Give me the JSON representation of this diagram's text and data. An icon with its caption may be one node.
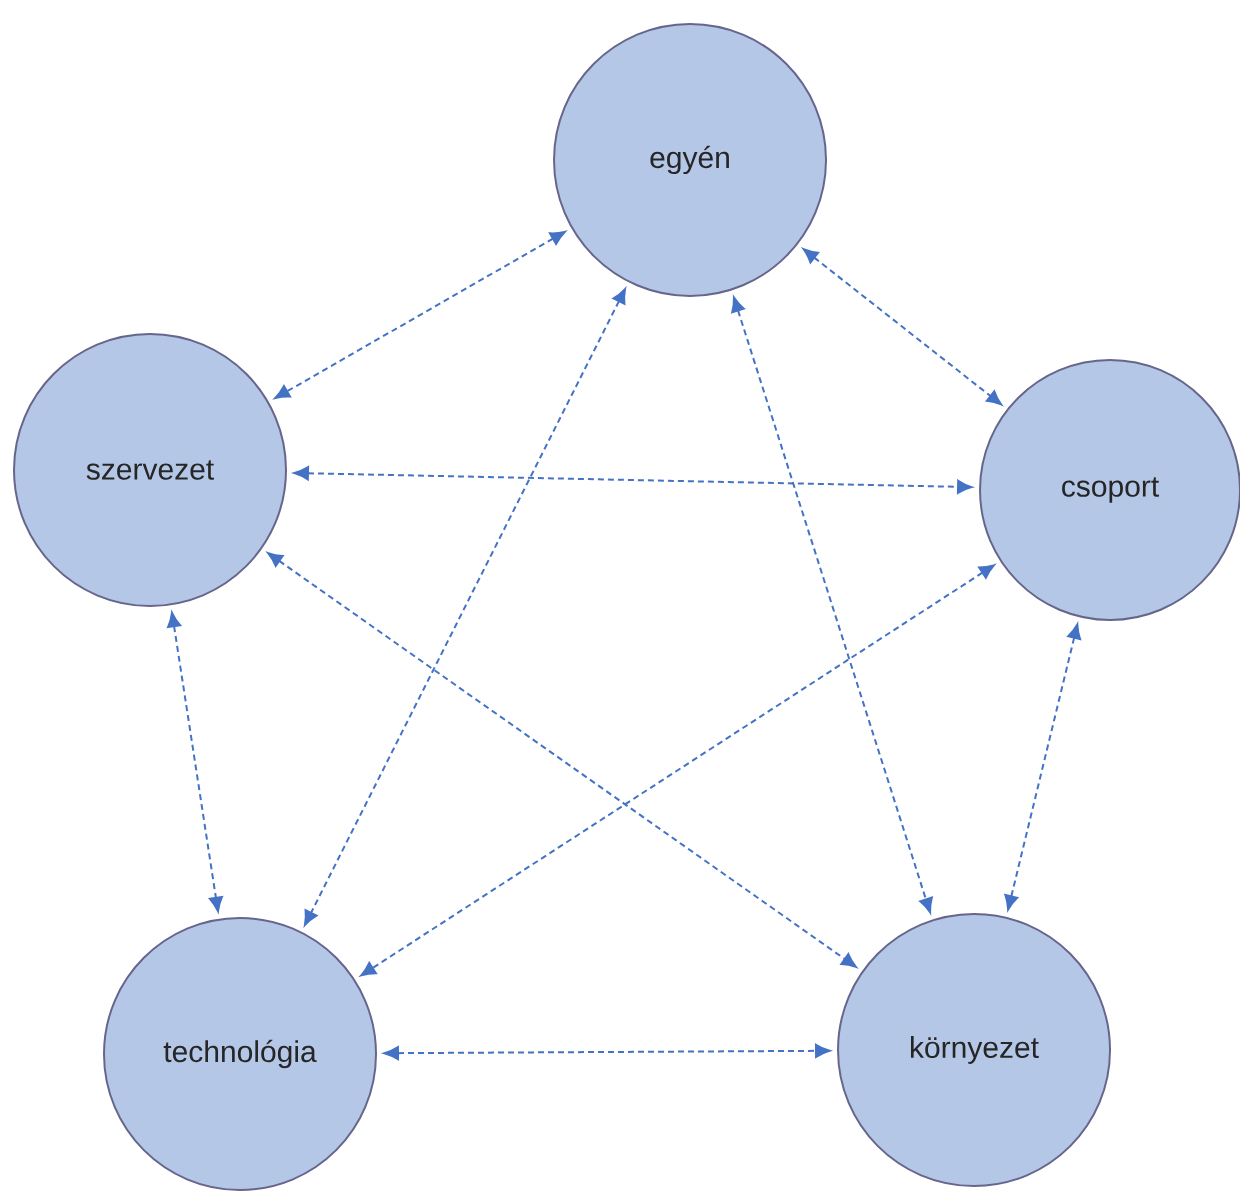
{
  "diagram": {
    "nodes": [
      {
        "text": [
          "egyén"
        ]
      },
      {
        "text": [
          "szervezet"
        ]
      },
      {
        "text": [
          "csoport"
        ]
      },
      {
        "text": [
          "technológia"
        ]
      },
      {
        "text": [
          "környezet"
        ]
      }
    ],
    "edges": [
      {
        "from": 0,
        "to": 1,
        "arrow": "both",
        "style": "dashed"
      },
      {
        "from": 0,
        "to": 2,
        "arrow": "both",
        "style": "dashed"
      },
      {
        "from": 0,
        "to": 3,
        "arrow": "both",
        "style": "dashed"
      },
      {
        "from": 0,
        "to": 4,
        "arrow": "both",
        "style": "dashed"
      },
      {
        "from": 1,
        "to": 2,
        "arrow": "both",
        "style": "dashed"
      },
      {
        "from": 1,
        "to": 3,
        "arrow": "both",
        "style": "dashed"
      },
      {
        "from": 1,
        "to": 4,
        "arrow": "both",
        "style": "dashed"
      },
      {
        "from": 2,
        "to": 3,
        "arrow": "both",
        "style": "dashed"
      },
      {
        "from": 2,
        "to": 4,
        "arrow": "both",
        "style": "dashed"
      },
      {
        "from": 3,
        "to": 4,
        "arrow": "both",
        "style": "dashed"
      }
    ]
  }
}
